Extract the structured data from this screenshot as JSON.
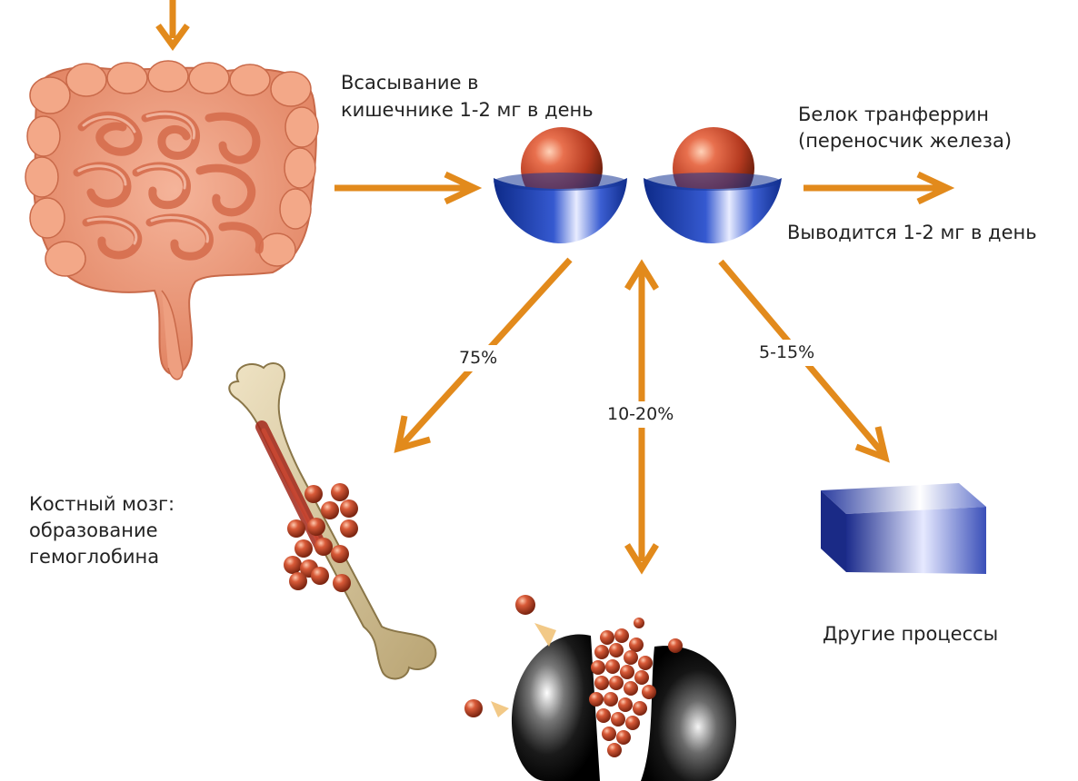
{
  "labels": {
    "absorption_line1": "Всасывание в",
    "absorption_line2": "кишечнике 1-2 мг в день",
    "transferrin_line1": "Белок транферрин",
    "transferrin_line2": "(переносчик железа)",
    "excretion": "Выводится 1-2 мг в день",
    "marrow_line1": "Костный мозг:",
    "marrow_line2": "образование",
    "marrow_line3": "гемоглобина",
    "other": "Другие процессы"
  },
  "percentages": {
    "marrow": "75%",
    "storage": "10-20%",
    "other": "5-15%"
  },
  "colors": {
    "arrow": "#e28a1c",
    "bowl": "#1f3fa6",
    "iron_ball": "#c8462a",
    "intestine": "#e9967a",
    "bone": "#d8c8a0",
    "storage_sphere": "#1a1a1a",
    "box": "#2a3a9c"
  },
  "icons": [
    "intestine-illustration",
    "transferrin-bowl",
    "bone-illustration",
    "ferritin-storage-sphere",
    "storage-box"
  ]
}
